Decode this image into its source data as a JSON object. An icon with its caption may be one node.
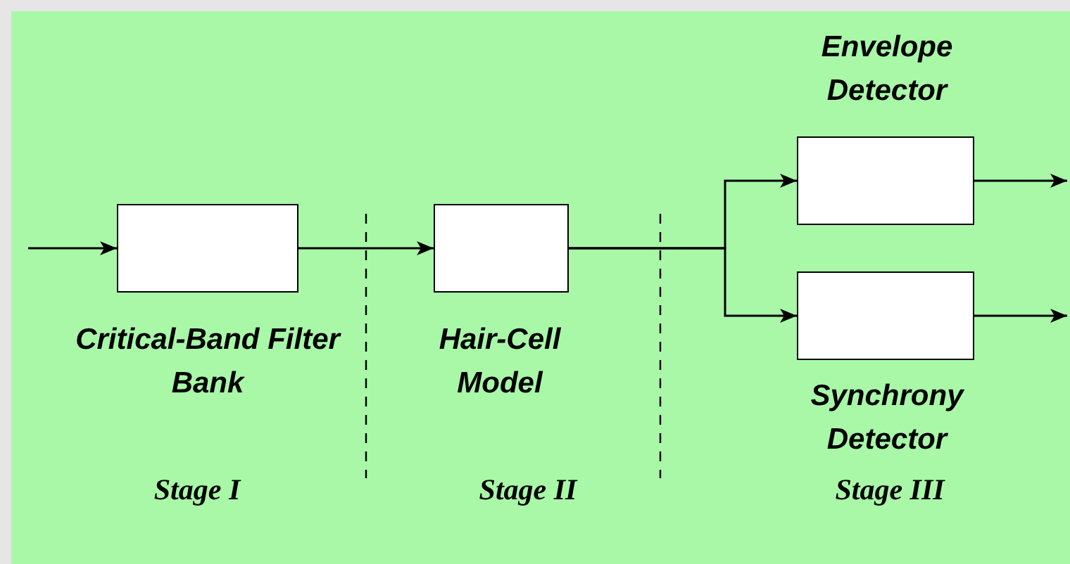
{
  "diagram": {
    "nodes": [
      {
        "text": [
          "Critical-Band Filter Bank"
        ]
      },
      {
        "text": [
          "Hair-Cell Model"
        ]
      },
      {
        "text": [
          "Envelope Detector"
        ]
      },
      {
        "text": [
          "Synchrony Detector"
        ]
      }
    ],
    "edges": [
      {
        "from": null,
        "to": 0,
        "arrow": "to"
      },
      {
        "from": 0,
        "to": 1,
        "arrow": "to"
      },
      {
        "from": 1,
        "to": 2,
        "arrow": "to"
      },
      {
        "from": 1,
        "to": 3,
        "arrow": "to"
      },
      {
        "from": 2,
        "to": null,
        "arrow": "to"
      },
      {
        "from": 3,
        "to": null,
        "arrow": "to"
      }
    ],
    "labels": [
      "Stage I",
      "Stage II",
      "Stage III"
    ]
  }
}
